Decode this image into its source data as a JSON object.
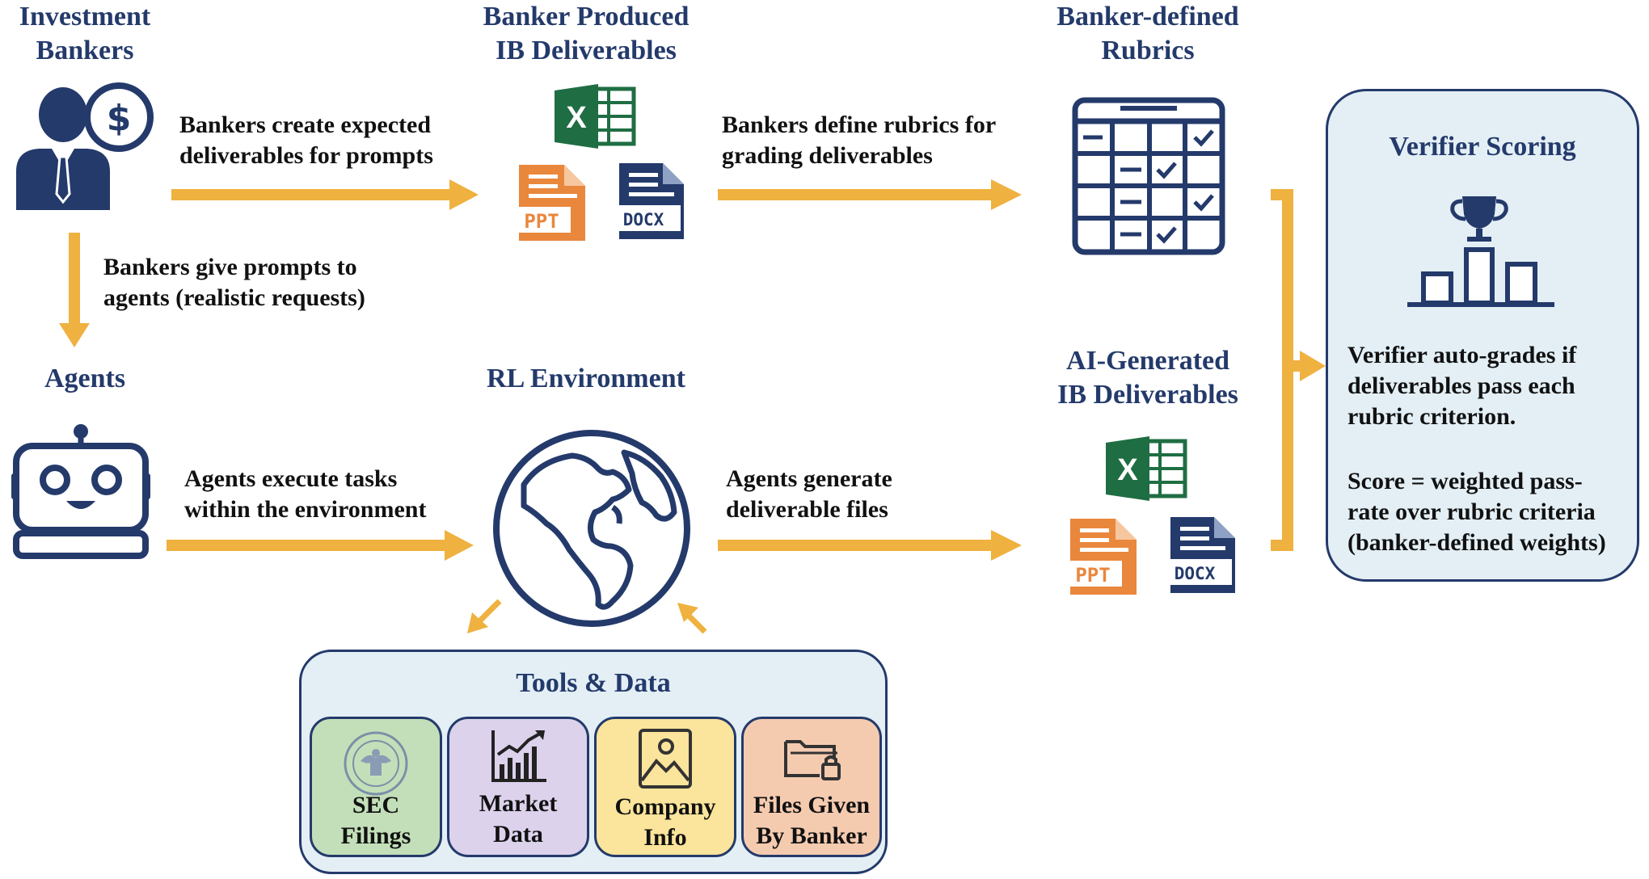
{
  "nodes": {
    "investment_bankers": "Investment\nBankers",
    "banker_produced": "Banker Produced\nIB Deliverables",
    "banker_rubrics": "Banker-defined\nRubrics",
    "agents": "Agents",
    "rl_environment": "RL Environment",
    "ai_generated": "AI-Generated\nIB Deliverables",
    "verifier_scoring": "Verifier Scoring",
    "tools_data": "Tools & Data"
  },
  "edges": {
    "bankers_create": "Bankers create expected\ndeliverables for prompts",
    "bankers_define": "Bankers define rubrics for\ngrading deliverables",
    "bankers_give": "Bankers give prompts to\nagents (realistic requests)",
    "agents_execute": "Agents execute tasks\nwithin the environment",
    "agents_generate": "Agents generate\ndeliverable files"
  },
  "verifier": {
    "description": "Verifier auto-grades if\ndeliverables pass each\nrubric criterion.",
    "score": "Score = weighted pass-\nrate over rubric criteria\n(banker-defined weights)"
  },
  "tools": [
    {
      "label": "SEC\nFilings",
      "icon": "sec-seal-icon",
      "color": "#c3dfb9"
    },
    {
      "label": "Market\nData",
      "icon": "stock-chart-icon",
      "color": "#dcd2ec"
    },
    {
      "label": "Company\nInfo",
      "icon": "image-file-icon",
      "color": "#fbe49b"
    },
    {
      "label": "Files Given\nBy Banker",
      "icon": "locked-folder-icon",
      "color": "#f5cbb0"
    }
  ],
  "file_icons": {
    "excel": "X",
    "ppt": "PPT",
    "docx": "DOCX"
  },
  "colors": {
    "navy": "#243a6b",
    "arrow": "#efb13f",
    "excel_green": "#1f6e43",
    "ppt_orange": "#e9873d",
    "panel_bg": "#e3eff5"
  }
}
